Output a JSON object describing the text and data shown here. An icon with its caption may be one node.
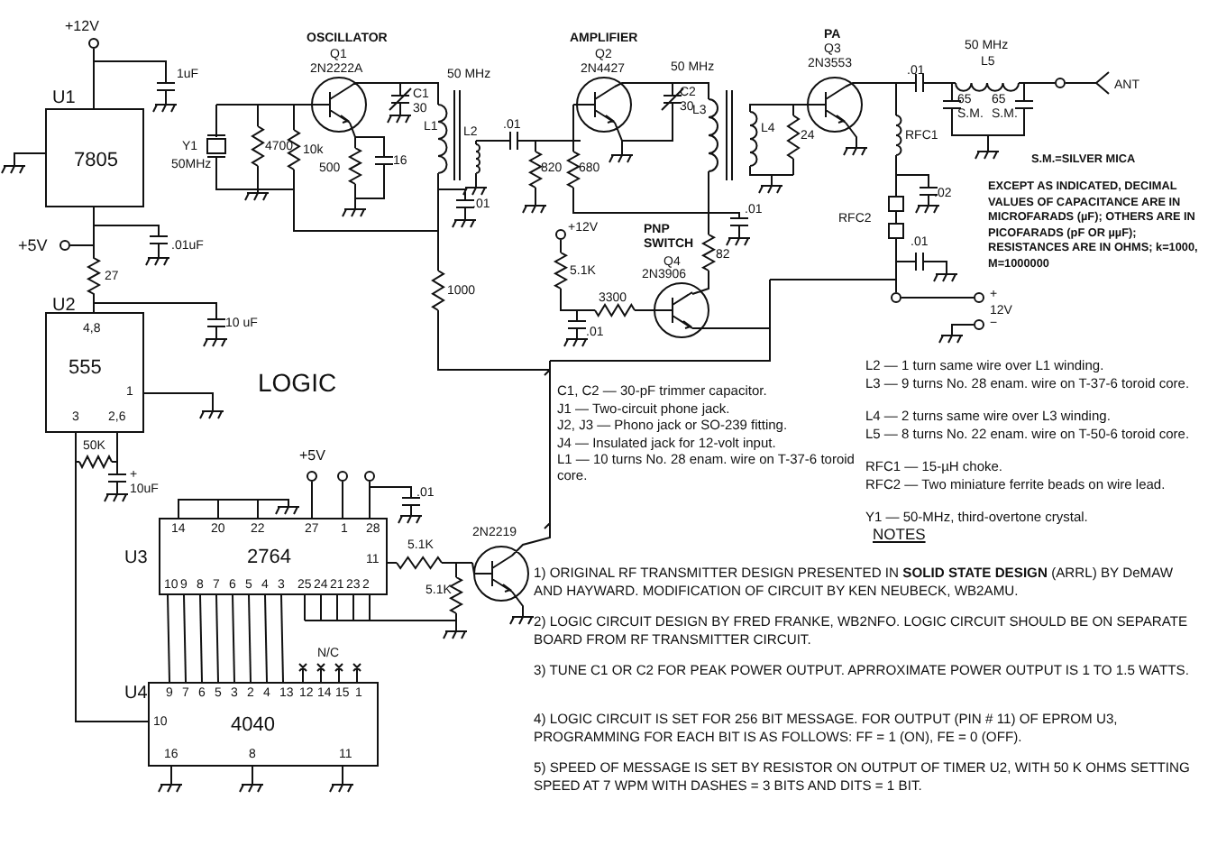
{
  "diagram": {
    "nodes": [
      {
        "text": [
          "7805"
        ],
        "beside": [
          "U1"
        ]
      },
      {
        "text": [
          "4,8",
          "555",
          "1",
          "3",
          "2,6"
        ],
        "beside": [
          "U2"
        ]
      },
      {
        "text": [
          "14",
          "20",
          "22",
          "27",
          "1",
          "28",
          "2764",
          "11",
          "10",
          "9",
          "8",
          "7",
          "6",
          "5",
          "4",
          "3",
          "25",
          "24",
          "21",
          "23",
          "2"
        ],
        "beside": [
          "U3"
        ]
      },
      {
        "text": [
          "9",
          "7",
          "6",
          "5",
          "3",
          "2",
          "4",
          "13",
          "12",
          "14",
          "15",
          "1",
          "10",
          "4040",
          "16",
          "8",
          "11"
        ],
        "beside": [
          "U4"
        ]
      }
    ],
    "edges": [
      {
        "from": 1,
        "to": 3,
        "arrow": "none"
      },
      {
        "from": 2,
        "to": 3,
        "arrow": "none"
      },
      {
        "from": 2,
        "to": 3,
        "arrow": "none"
      },
      {
        "from": 2,
        "to": 3,
        "arrow": "none"
      },
      {
        "from": 2,
        "to": 3,
        "arrow": "none"
      },
      {
        "from": 2,
        "to": 3,
        "arrow": "none"
      },
      {
        "from": 2,
        "to": 3,
        "arrow": "none"
      },
      {
        "from": 2,
        "to": 3,
        "arrow": "none"
      },
      {
        "from": 2,
        "to": 3,
        "arrow": "none"
      },
      {
        "from": 0,
        "to": 1,
        "arrow": "none"
      }
    ],
    "labels": [
      "+12V",
      "1uF",
      "+5V",
      ".01uF",
      "27",
      "10 uF",
      "OSCILLATOR",
      "Q1",
      "2N2222A",
      "C1",
      "30",
      "50 MHz",
      "L1",
      "Y1",
      "50MHz",
      "4700",
      "10k",
      "500",
      "16",
      "L2",
      ".01",
      "820",
      "680",
      ".01",
      "1000",
      "AMPLIFIER",
      "Q2",
      "2N4427",
      "C2",
      "30",
      "50 MHz",
      "L3",
      "L4",
      "24",
      "PA",
      "Q3",
      "2N3553",
      ".01",
      "50 MHz",
      "L5",
      "65 S.M.",
      "65 S.M.",
      "ANT",
      "RFC1",
      ".02",
      "RFC2",
      ".01",
      "+",
      "12V",
      "−",
      "S.M.=SILVER MICA",
      "EXCEPT AS INDICATED, DECIMAL VALUES OF CAPACITANCE ARE IN MICROFARADS (µF); OTHERS ARE IN PICOFARADS (pF OR µµF); RESISTANCES ARE IN OHMS; k=1000, M=1000000",
      "+12V",
      "5.1K",
      "PNP SWITCH",
      "Q4",
      "2N3906",
      "82",
      ".01",
      "3300",
      ".01",
      "LOGIC",
      "50K",
      "+",
      "10uF",
      "+5V",
      ".01",
      "5.1K",
      "5.1K",
      "2N2219",
      "N/C",
      "C1, C2 — 30-pF trimmer capacitor.",
      "J1 — Two-circuit phone jack.",
      "J2, J3 — Phono jack or SO-239 fitting.",
      "J4 — Insulated jack for 12-volt input.",
      "L1 — 10 turns No. 28 enam. wire on T-37-6 toroid core.",
      "L2 — 1 turn same wire over L1 winding.",
      "L3 — 9 turns No. 28 enam. wire on T-37-6 toroid core.",
      "L4 — 2 turns same wire over L3 winding.",
      "L5 — 8 turns No. 22 enam. wire on T-50-6 toroid core.",
      "RFC1 — 15-µH choke.",
      "RFC2 — Two miniature ferrite beads on wire lead.",
      "Y1 — 50-MHz, third-overtone crystal.",
      "NOTES",
      "1) ORIGINAL RF TRANSMITTER DESIGN PRESENTED IN **SOLID STATE DESIGN** (ARRL) BY DeMAW AND HAYWARD. MODIFICATION OF CIRCUIT BY KEN NEUBECK, WB2AMU.",
      "2) LOGIC CIRCUIT DESIGN BY FRED FRANKE, WB2NFO. LOGIC CIRCUIT SHOULD BE ON SEPARATE BOARD FROM RF TRANSMITTER CIRCUIT.",
      "3) TUNE C1 OR C2 FOR PEAK POWER OUTPUT. APRROXIMATE POWER OUTPUT IS 1 TO 1.5 WATTS.",
      "4) LOGIC CIRCUIT IS SET FOR 256 BIT MESSAGE. FOR OUTPUT (PIN # 11) OF EPROM U3, PROGRAMMING FOR EACH BIT IS AS FOLLOWS: FF = 1 (ON), FE = 0 (OFF).",
      "5) SPEED OF MESSAGE IS SET BY RESISTOR ON OUTPUT OF TIMER U2, WITH 50 K OHMS SETTING SPEED AT 7 WPM WITH DASHES = 3 BITS AND DITS = 1 BIT."
    ]
  }
}
